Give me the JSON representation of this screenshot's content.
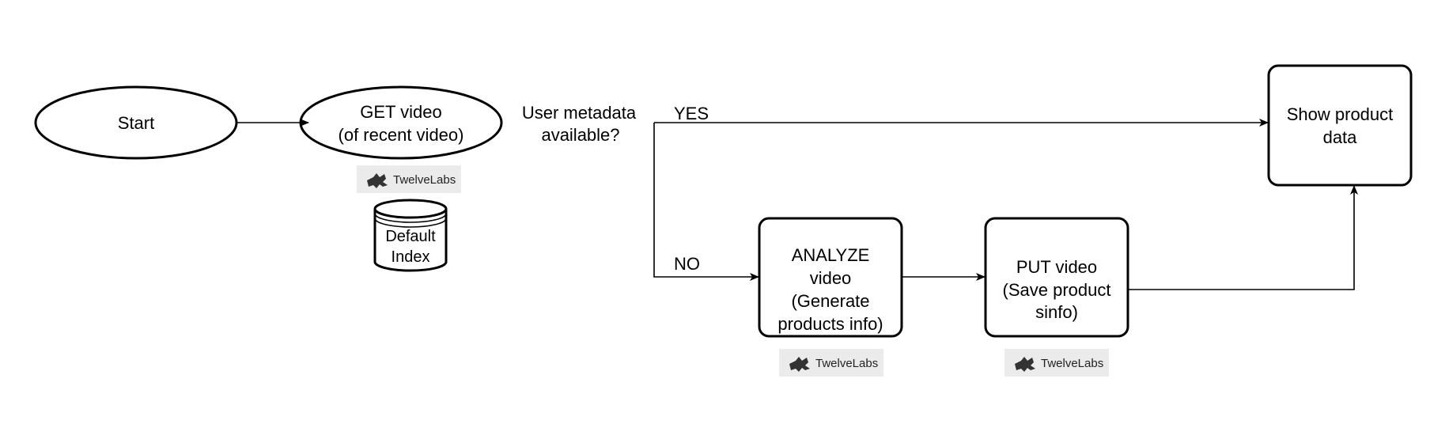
{
  "nodes": {
    "start": {
      "label": "Start"
    },
    "get_video": {
      "line1": "GET video",
      "line2": "(of recent video)"
    },
    "decision": {
      "line1": "User metadata",
      "line2": "available?"
    },
    "show_product": {
      "line1": "Show product",
      "line2": "data"
    },
    "analyze": {
      "line1": "ANALYZE",
      "line2": "video",
      "line3": "(Generate",
      "line4": "products info)"
    },
    "put_video": {
      "line1": "PUT video",
      "line2": "(Save product",
      "line3": "sinfo)"
    },
    "default_index": {
      "line1": "Default",
      "line2": "Index"
    }
  },
  "edges": {
    "yes_label": "YES",
    "no_label": "NO"
  },
  "logos": {
    "text": "TwelveLabs",
    "background_color": "#ebebeb"
  },
  "colors": {
    "stroke": "#000000",
    "background": "#ffffff"
  }
}
